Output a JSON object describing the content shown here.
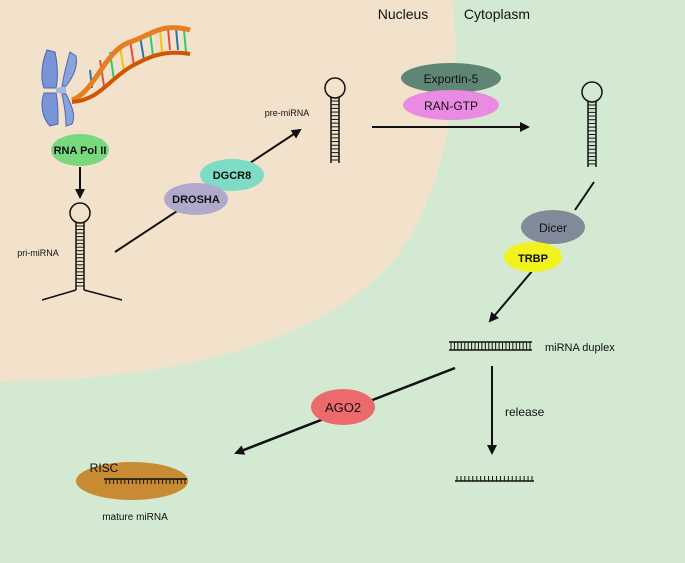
{
  "regions": {
    "nucleus": "Nucleus",
    "cytoplasm": "Cytoplasm"
  },
  "labels": {
    "rna_pol": "RNA Pol II",
    "pri_mirna": "pri-miRNA",
    "dgcr8": "DGCR8",
    "drosha": "DROSHA",
    "pre_mirna": "pre-miRNA",
    "exportin": "Exportin-5",
    "ran_gtp": "RAN-GTP",
    "dicer": "Dicer",
    "trbp": "TRBP",
    "mirna_duplex": "miRNA duplex",
    "ago2": "AGO2",
    "release": "release",
    "risc": "RISC",
    "mature_mirna": "mature miRNA"
  },
  "colors": {
    "cytoplasm_bg": "#d3e9d1",
    "nucleus_bg": "#f2e2cb",
    "rna_pol": "#77d87e",
    "dgcr8": "#7fdcc4",
    "drosha": "#b0a9cc",
    "exportin": "#5f8575",
    "ran_gtp": "#e98be3",
    "dicer": "#808a9a",
    "trbp": "#f2f21f",
    "ago2": "#ec6a6b",
    "risc": "#c88b33"
  },
  "icons": {
    "chromosome": "chromosome-icon",
    "dna": "dna-helix-icon"
  }
}
